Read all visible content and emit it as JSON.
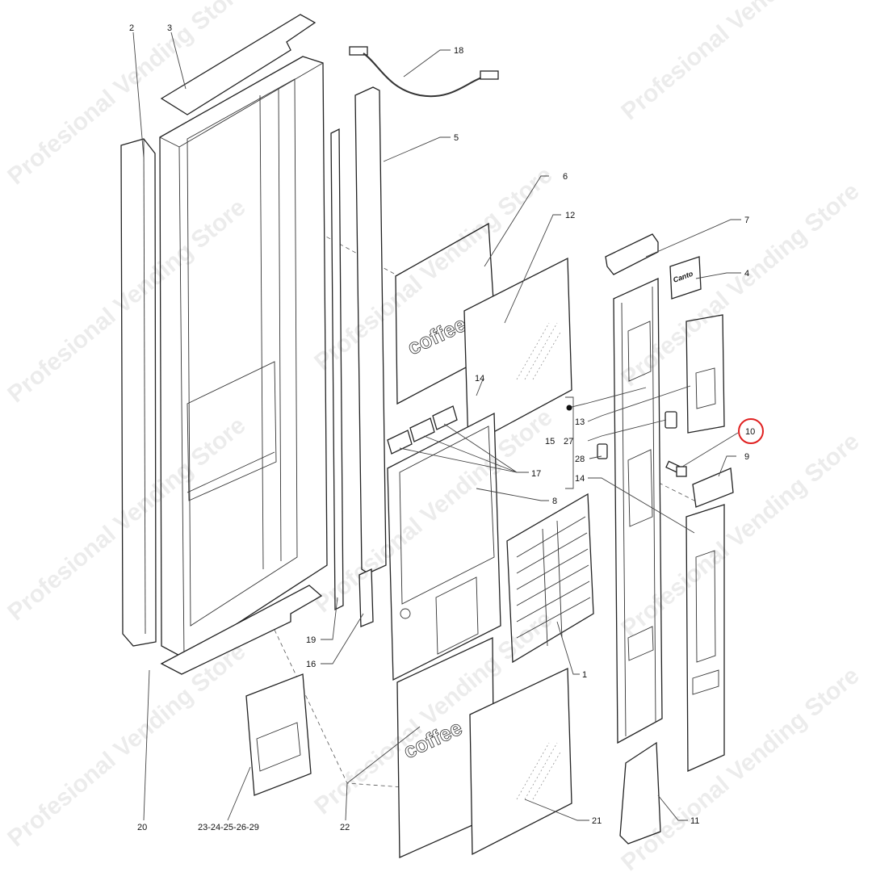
{
  "diagram": {
    "callouts": [
      "2",
      "3",
      "18",
      "5",
      "6",
      "12",
      "7",
      "4",
      "14",
      "13",
      "15",
      "27",
      "28",
      "14",
      "17",
      "8",
      "10",
      "9",
      "1",
      "19",
      "16",
      "20",
      "23-24-25-26-29",
      "22",
      "21",
      "11"
    ],
    "highlighted_callout": "10",
    "highlight_color": "#e02020",
    "logo_text": "Canto",
    "watermark": "Profesional Vending Store"
  }
}
